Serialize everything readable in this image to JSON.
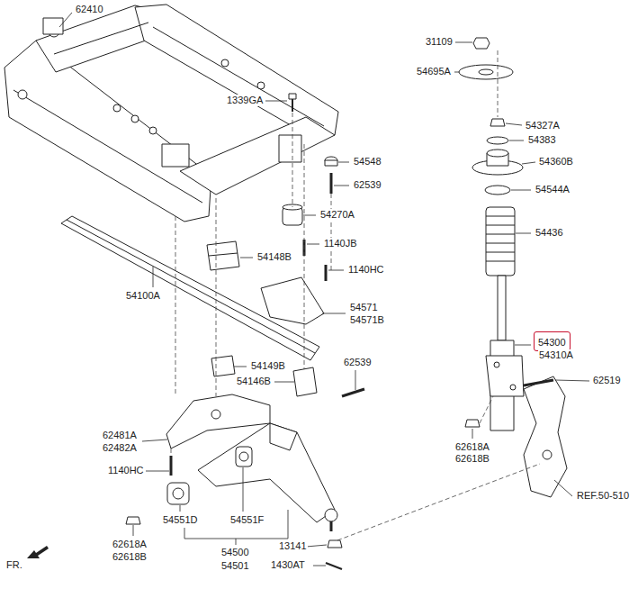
{
  "diagram": {
    "nodes": [
      {
        "text": [
          "54300"
        ]
      }
    ],
    "labels": [
      "62410",
      "31109",
      "54695A",
      "1339GA",
      "54327A",
      "54383",
      "54360B",
      "54548",
      "62539",
      "54544A",
      "54270A",
      "54436",
      "1140JB",
      "54148B",
      "1140HC",
      "54100A",
      "54571",
      "54571B",
      "54310A",
      "62539",
      "54149B",
      "54146B",
      "62519",
      "62481A",
      "62482A",
      "62618A",
      "62618B",
      "1140HC",
      "REF.50-510",
      "54551D",
      "54551F",
      "62618A",
      "62618B",
      "13141",
      "54500",
      "54501",
      "1430AT",
      "FR."
    ]
  }
}
